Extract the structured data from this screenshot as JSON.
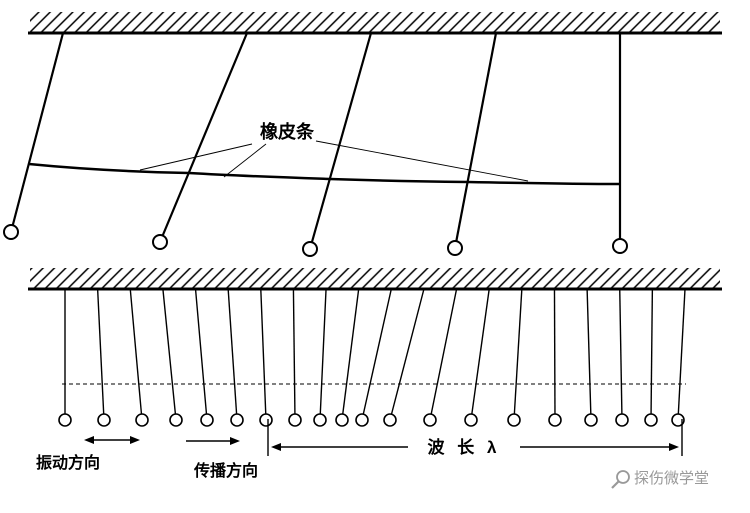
{
  "figure": {
    "background": "#ffffff",
    "line_color": "#000000",
    "watermark_color": "#999999"
  },
  "labels": {
    "rubber_band": "橡皮条",
    "vibration_direction": "振动方向",
    "propagation_direction": "传播方向",
    "wavelength": "波 长 λ",
    "watermark_text": "探伤微学堂"
  },
  "diagram": {
    "top_section": {
      "description": "five-pendulums-connected-by-rubber-band",
      "pendulum_count": 5
    },
    "bottom_section": {
      "description": "twenty-pendulums-showing-longitudinal-wave",
      "pendulum_count": 20
    }
  }
}
